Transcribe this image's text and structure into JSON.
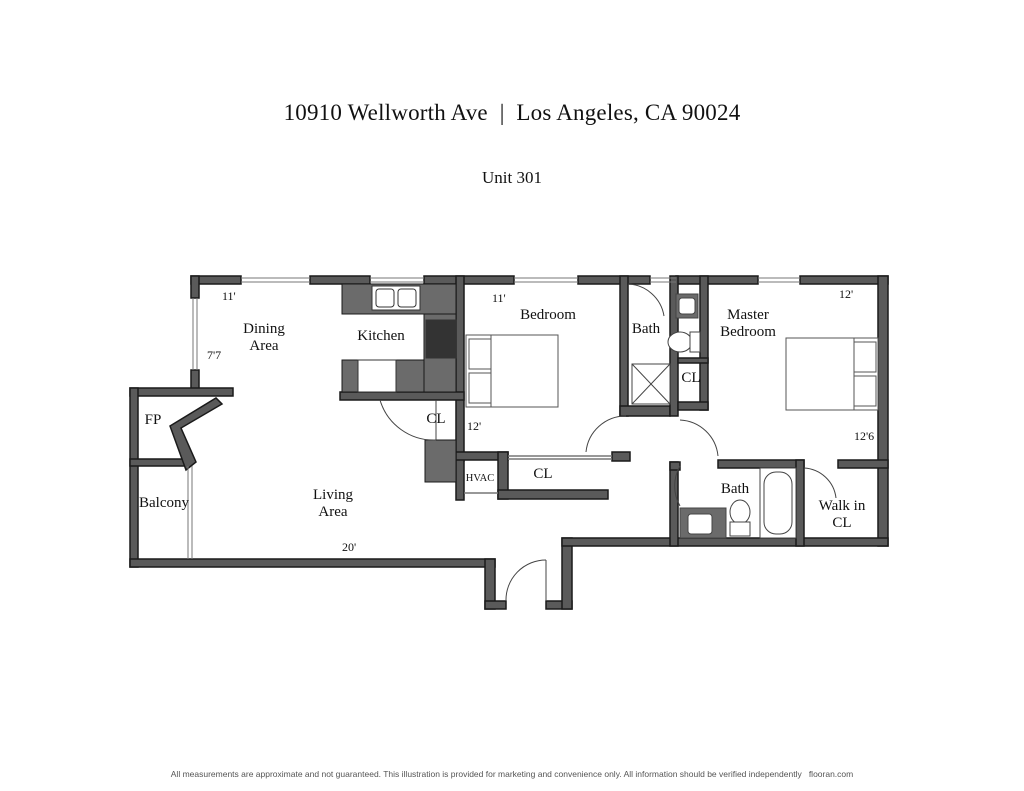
{
  "header": {
    "title": "10910 Wellworth Ave  |  Los Angeles, CA 90024",
    "unit": "Unit 301"
  },
  "rooms": {
    "dining_line1": "Dining",
    "dining_line2": "Area",
    "kitchen": "Kitchen",
    "bedroom": "Bedroom",
    "bath_top": "Bath",
    "master_line1": "Master",
    "master_line2": "Bedroom",
    "fp": "FP",
    "kitchen_closet": "CL",
    "bath_closet": "CL",
    "bedroom_closet": "CL",
    "hvac": "HVAC",
    "balcony": "Balcony",
    "living_line1": "Living",
    "living_line2": "Area",
    "bath_bottom": "Bath",
    "walkin_line1": "Walk in",
    "walkin_line2": "CL"
  },
  "dimensions": {
    "dining_width": "11'",
    "dining_height": "7'7",
    "bedroom_width": "11'",
    "bedroom_height": "12'",
    "master_width": "12'",
    "master_height": "12'6",
    "living_width": "20'"
  },
  "colors": {
    "wall": "#5a5a5a",
    "wall_edge": "#1a1a1a",
    "counter": "#6b6b6b"
  },
  "footer": {
    "disclaimer": "All measurements are approximate and not guaranteed. This illustration is provided for marketing and convenience only. All information should be verified independently",
    "brand": "flooran.com"
  }
}
